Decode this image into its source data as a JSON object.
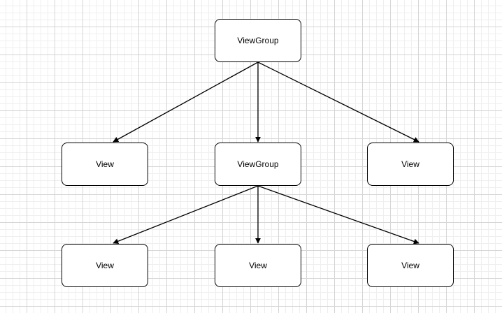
{
  "diagram": {
    "nodes": {
      "root": {
        "label": "ViewGroup"
      },
      "l1_left": {
        "label": "View"
      },
      "l1_mid": {
        "label": "ViewGroup"
      },
      "l1_right": {
        "label": "View"
      },
      "l2_left": {
        "label": "View"
      },
      "l2_mid": {
        "label": "View"
      },
      "l2_right": {
        "label": "View"
      }
    },
    "edges": [
      {
        "from": "root",
        "to": "l1_left"
      },
      {
        "from": "root",
        "to": "l1_mid"
      },
      {
        "from": "root",
        "to": "l1_right"
      },
      {
        "from": "l1_mid",
        "to": "l2_left"
      },
      {
        "from": "l1_mid",
        "to": "l2_mid"
      },
      {
        "from": "l1_mid",
        "to": "l2_right"
      }
    ],
    "colors": {
      "stroke": "#000000",
      "node_fill": "#ffffff",
      "grid": "#d6d6d6"
    }
  }
}
